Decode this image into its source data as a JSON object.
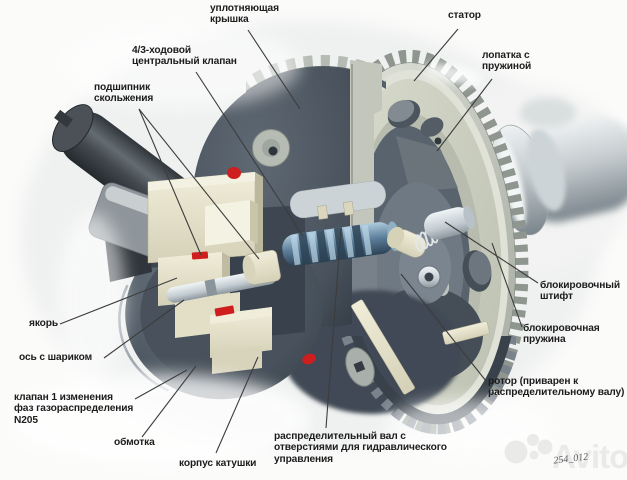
{
  "labels": [
    {
      "id": "sealing-cover",
      "lines": [
        "уплотняющая",
        "крышка"
      ]
    },
    {
      "id": "stator",
      "lines": [
        "статор"
      ]
    },
    {
      "id": "central-valve",
      "lines": [
        "4/3-ходовой",
        "центральный клапан"
      ]
    },
    {
      "id": "plain-bearing",
      "lines": [
        "подшипник",
        "скольжения"
      ]
    },
    {
      "id": "vane-with-spring",
      "lines": [
        "лопатка с",
        "пружиной"
      ]
    },
    {
      "id": "armature",
      "lines": [
        "якорь"
      ]
    },
    {
      "id": "axle-with-ball",
      "lines": [
        "ось с шариком"
      ]
    },
    {
      "id": "valve-n205",
      "lines": [
        "клапан 1 изменения",
        "фаз газораспределения",
        "N205"
      ]
    },
    {
      "id": "winding",
      "lines": [
        "обмотка"
      ]
    },
    {
      "id": "coil-body",
      "lines": [
        "корпус катушки"
      ]
    },
    {
      "id": "camshaft",
      "lines": [
        "распределительный вал с",
        "отверстиями для гидравлического",
        "управления"
      ]
    },
    {
      "id": "rotor",
      "lines": [
        "ротор (приварен к",
        "распределительному валу)"
      ]
    },
    {
      "id": "locking-pin",
      "lines": [
        "блокировочный",
        "штифт"
      ]
    },
    {
      "id": "locking-spring",
      "lines": [
        "блокировочная",
        "пружина"
      ]
    }
  ],
  "watermark": {
    "brand": "Avito",
    "figure_number": "254_012"
  },
  "palette": {
    "label_text": "#1c1c1c",
    "leader_line": "#3c3c3c",
    "red_marker": "#ce1e1e",
    "cream_part": "#e6e2c8",
    "steel_blue": "#5b7d99",
    "dark_housing": "#3e4751",
    "stator_face": "#ccd0c2",
    "watermark_gray": "#eaeae8"
  }
}
